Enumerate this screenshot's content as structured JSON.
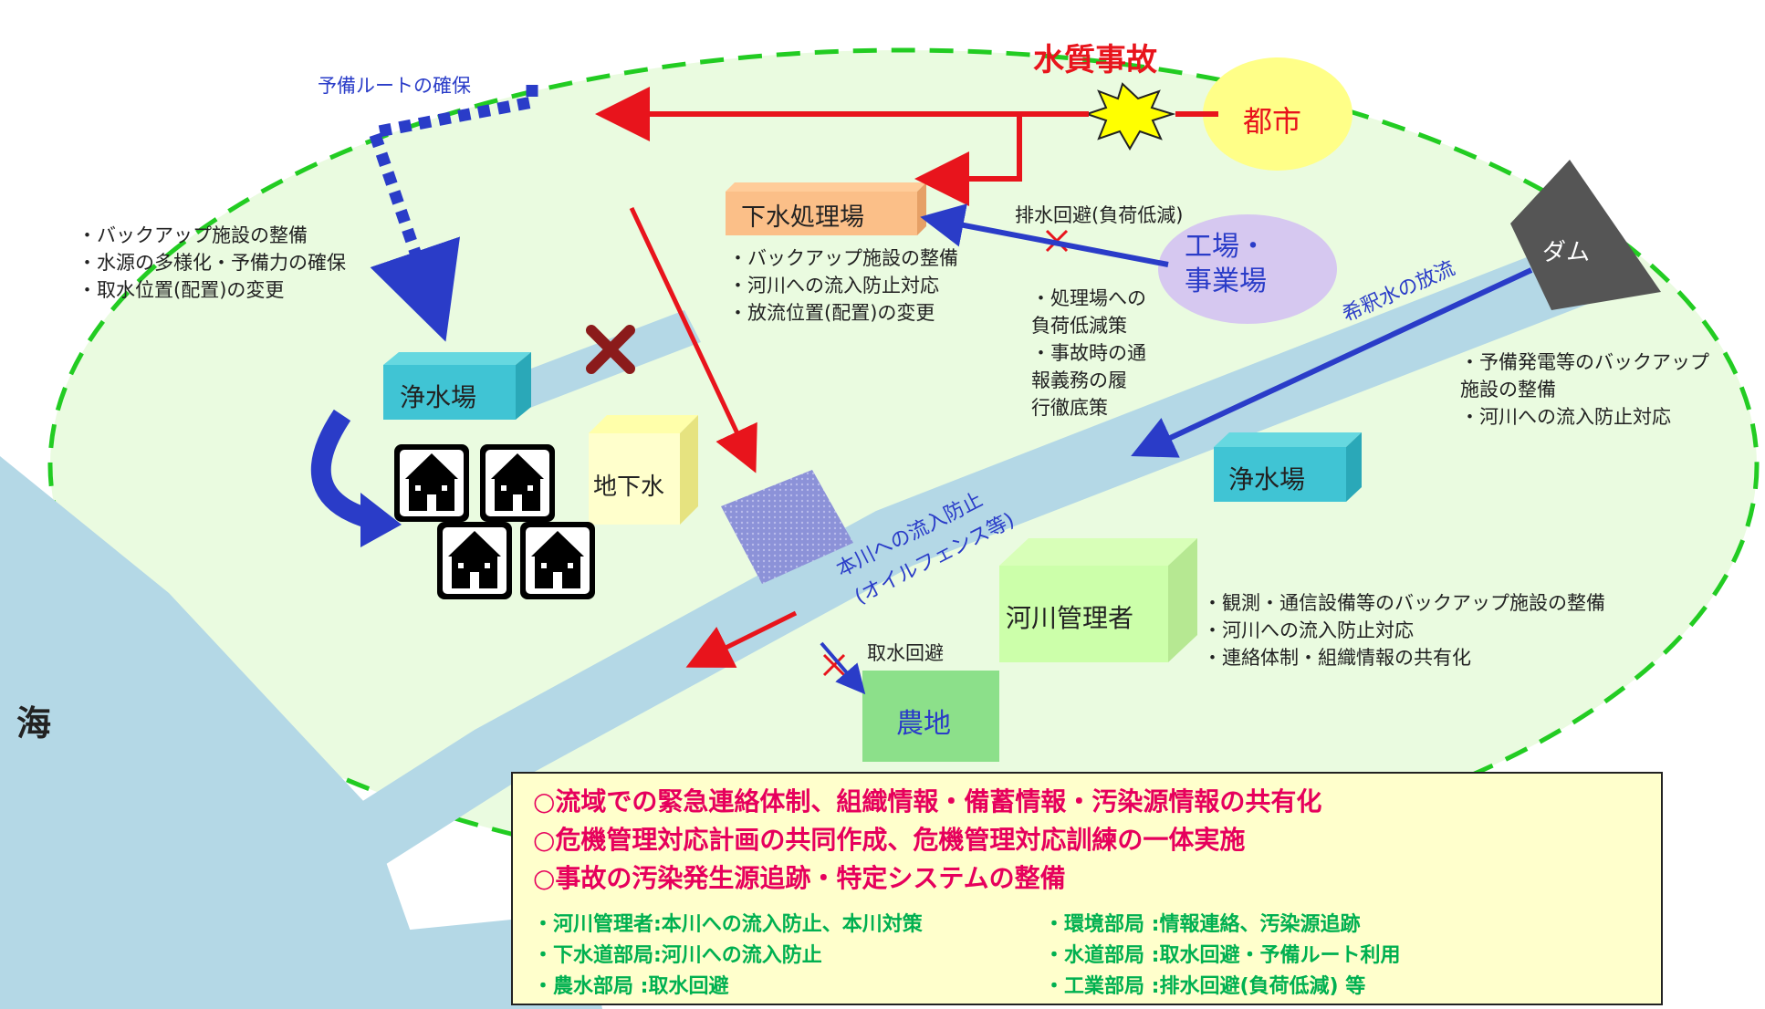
{
  "labels": {
    "accident": "水質事故",
    "city": "都市",
    "backup_route": "予備ルートの確保",
    "sewage_plant": "下水処理場",
    "factory": "工場・\n事業場",
    "dam": "ダム",
    "water_plant_left": "浄水場",
    "water_plant_right": "浄水場",
    "groundwater": "地下水",
    "river_manager": "河川管理者",
    "farmland": "農地",
    "sea": "海",
    "discharge_avoid": "排水回避(負荷低減)",
    "intake_avoid": "取水回避",
    "release_flow": "希釈水の放流",
    "inflow_prevent_1": "本川への流入防止",
    "inflow_prevent_2": "(オイルフェンス等)"
  },
  "notes": {
    "left": [
      "・バックアップ施設の整備",
      "・水源の多様化・予備力の確保",
      "・取水位置(配置)の変更"
    ],
    "sewage": [
      "・バックアップ施設の整備",
      "・河川への流入防止対応",
      "・放流位置(配置)の変更"
    ],
    "factory": [
      "・処理場への",
      "負荷低減策",
      "・事故時の通",
      "報義務の履",
      "行徹底策"
    ],
    "dam": [
      "・予備発電等のバックアップ",
      "施設の整備",
      "・河川への流入防止対応"
    ],
    "river_manager": [
      "・観測・通信設備等のバックアップ施設の整備",
      "・河川への流入防止対応",
      "・連絡体制・組織情報の共有化"
    ]
  },
  "summary": {
    "headlines": [
      "○流域での緊急連絡体制、組織情報・備蓄情報・汚染源情報の共有化",
      "○危機管理対応計画の共同作成、危機管理対応訓練の一体実施",
      "○事故の汚染発生源追跡・特定システムの整備"
    ],
    "roles": [
      "・河川管理者:本川への流入防止、本川対策",
      "・環境部局 :情報連絡、汚染源追跡",
      "・下水道部局:河川への流入防止",
      "・水道部局 :取水回避・予備ルート利用",
      "・農水部局 :取水回避",
      "・工業部局 :排水回避(負荷低減) 等"
    ]
  },
  "colors": {
    "basin_fill": "#eafbe0",
    "basin_border": "#22cc22",
    "river": "#b4d8e6",
    "red_arrow": "#e8141c",
    "blue_arrow": "#2a3cc8",
    "headline": "#e6005c",
    "role_text": "#00b050"
  }
}
